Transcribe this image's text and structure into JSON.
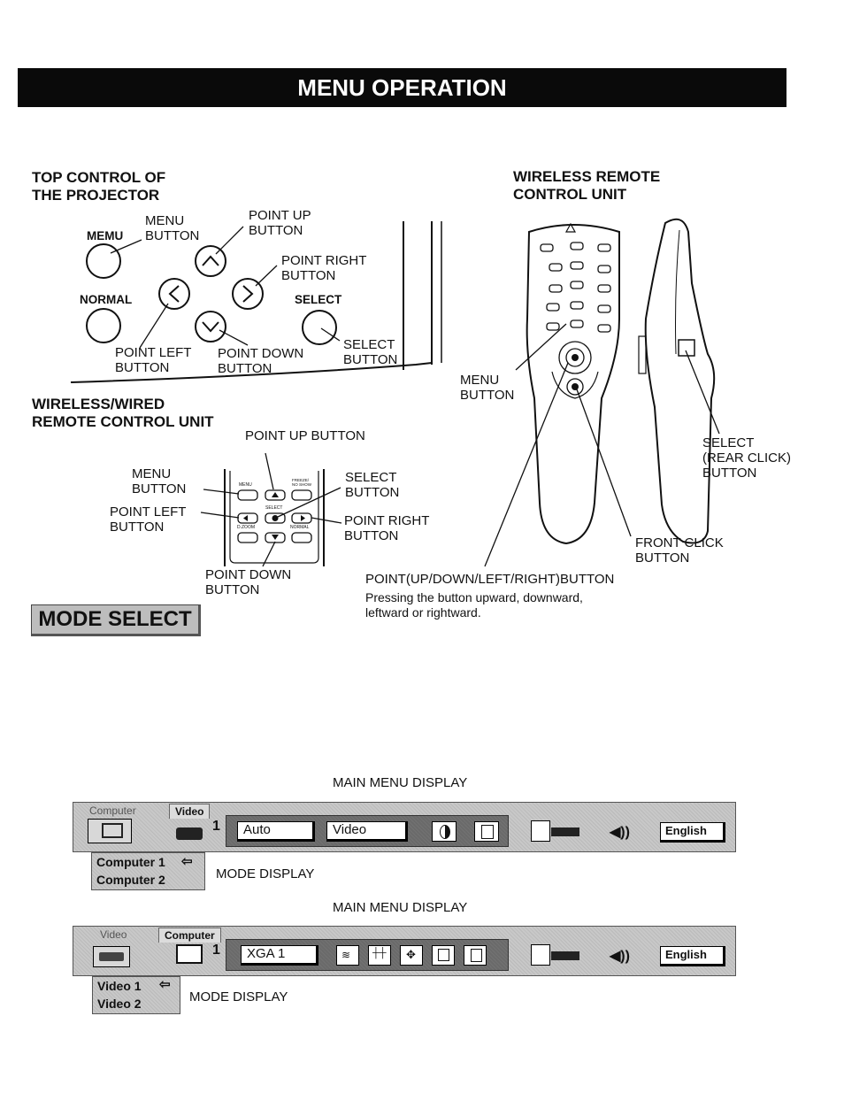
{
  "title": "MENU OPERATION",
  "top_control": {
    "heading_1": "TOP CONTROL OF",
    "heading_2": "THE PROJECTOR",
    "memu": "MEMU",
    "normal": "NORMAL",
    "select": "SELECT",
    "menu_button_1": "MENU",
    "menu_button_2": "BUTTON",
    "point_up_1": "POINT UP",
    "point_up_2": "BUTTON",
    "point_right_1": "POINT RIGHT",
    "point_right_2": "BUTTON",
    "point_left_1": "POINT LEFT",
    "point_left_2": "BUTTON",
    "point_down_1": "POINT DOWN",
    "point_down_2": "BUTTON",
    "select_button_1": "SELECT",
    "select_button_2": "BUTTON"
  },
  "wired_remote": {
    "heading_1": "WIRELESS/WIRED",
    "heading_2": "REMOTE CONTROL UNIT",
    "point_up": "POINT UP BUTTON",
    "menu_1": "MENU",
    "menu_2": "BUTTON",
    "point_left_1": "POINT LEFT",
    "point_left_2": "BUTTON",
    "select_1": "SELECT",
    "select_2": "BUTTON",
    "point_right_1": "POINT RIGHT",
    "point_right_2": "BUTTON",
    "point_down_1": "POINT DOWN",
    "point_down_2": "BUTTON",
    "keys": {
      "menu": "MENU",
      "freeze": "FREEZE/ NO SHOW",
      "select": "SELECT",
      "dzoom": "D.ZOOM",
      "normal": "NORMAL"
    }
  },
  "wireless_remote": {
    "heading_1": "WIRELESS REMOTE",
    "heading_2": "CONTROL UNIT",
    "menu_1": "MENU",
    "menu_2": "BUTTON",
    "select_1": "SELECT",
    "select_2": "(REAR CLICK)",
    "select_3": "BUTTON",
    "front_1": "FRONT CLICK",
    "front_2": "BUTTON",
    "point": "POINT(UP/DOWN/LEFT/RIGHT)BUTTON",
    "desc_1": "Pressing the button upward, downward,",
    "desc_2": "leftward or rightward."
  },
  "mode_select": "MODE SELECT",
  "display1": {
    "caption": "MAIN MENU DISPLAY",
    "tab_inactive": "Computer",
    "tab_active": "Video",
    "number": "1",
    "field1": "Auto",
    "field2": "Video",
    "language": "English",
    "mode_items": [
      "Computer 1",
      "Computer 2"
    ],
    "mode_caption": "MODE DISPLAY"
  },
  "display2": {
    "caption": "MAIN MENU DISPLAY",
    "tab_inactive": "Video",
    "tab_active": "Computer",
    "number": "1",
    "field1": "XGA 1",
    "language": "English",
    "mode_items": [
      "Video 1",
      "Video 2"
    ],
    "mode_caption": "MODE DISPLAY"
  }
}
